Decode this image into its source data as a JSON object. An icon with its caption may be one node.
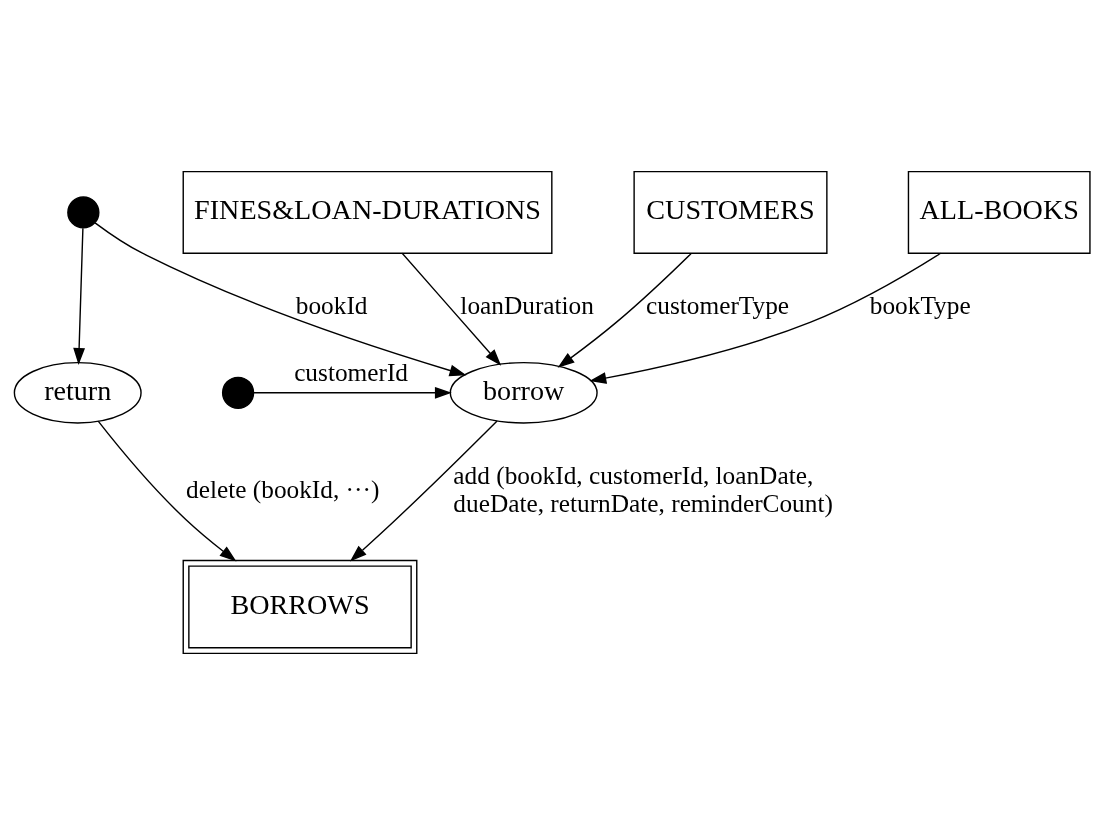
{
  "diagram": {
    "nodes": [
      {
        "text": [
          "ALL-BOOKS"
        ]
      },
      {
        "text": [
          "FINES&LOAN-DURATIONS"
        ]
      },
      {
        "text": [
          "CUSTOMERS"
        ]
      },
      {
        "text": [],
        "shape": "circle"
      },
      {
        "text": [],
        "shape": "circle"
      },
      {
        "text": [
          "borrow"
        ]
      },
      {
        "text": [
          "BORROWS"
        ]
      },
      {
        "text": [
          "return"
        ]
      }
    ],
    "edges": [
      {
        "from": 0,
        "to": 5,
        "arrow": "to",
        "label": "bookType"
      },
      {
        "from": 1,
        "to": 5,
        "arrow": "to",
        "label": "loanDuration"
      },
      {
        "from": 2,
        "to": 5,
        "arrow": "to",
        "label": "customerType"
      },
      {
        "from": 3,
        "to": 5,
        "arrow": "to",
        "label": "customerId"
      },
      {
        "from": 4,
        "to": 5,
        "arrow": "to",
        "label": "bookId"
      },
      {
        "from": 4,
        "to": 7,
        "arrow": "to"
      },
      {
        "from": 5,
        "to": 6,
        "arrow": "to",
        "label": "add (bookId, customerId, loanDate, dueDate, returnDate, reminderCount)"
      },
      {
        "from": 7,
        "to": 6,
        "arrow": "to",
        "label": "delete (bookId, ···)"
      }
    ]
  }
}
